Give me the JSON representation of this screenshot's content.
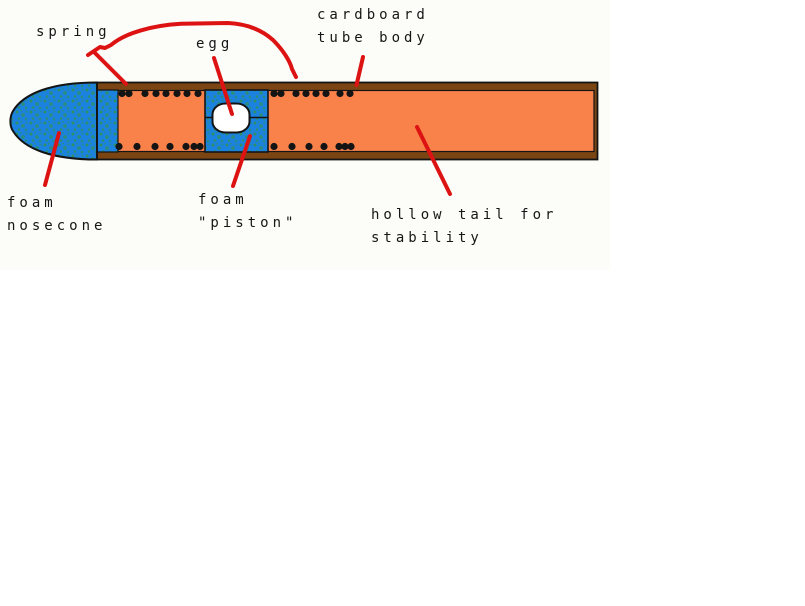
{
  "diagram": {
    "labels": {
      "spring": "spring",
      "egg": "egg",
      "tube_body": "cardboard\ntube body",
      "nosecone": "foam\nnosecone",
      "piston": "foam\n\"piston\"",
      "tail": "hollow tail for\nstability"
    },
    "colors": {
      "canvas_bg": "#fcfdf8",
      "foam_blue": "#1b82df",
      "foam_speckle_green": "#2e8f5e",
      "tube_orange": "#f9814a",
      "tube_wall_brown": "#7b4513",
      "outline_black": "#141414",
      "annotation_red": "#dc1312",
      "egg_white": "#ffffff",
      "label_text": "#161616"
    },
    "spring_dots": {
      "radius": 3.6,
      "top_y": 93.5,
      "bottom_y": 146.5,
      "top_x": [
        122,
        129,
        145,
        156,
        166,
        177,
        187,
        198,
        274,
        281,
        296,
        306,
        316,
        326,
        340,
        350
      ],
      "bottom_x": [
        119,
        137,
        155,
        170,
        186,
        194,
        200,
        274,
        292,
        309,
        324,
        339,
        345,
        351
      ]
    }
  }
}
